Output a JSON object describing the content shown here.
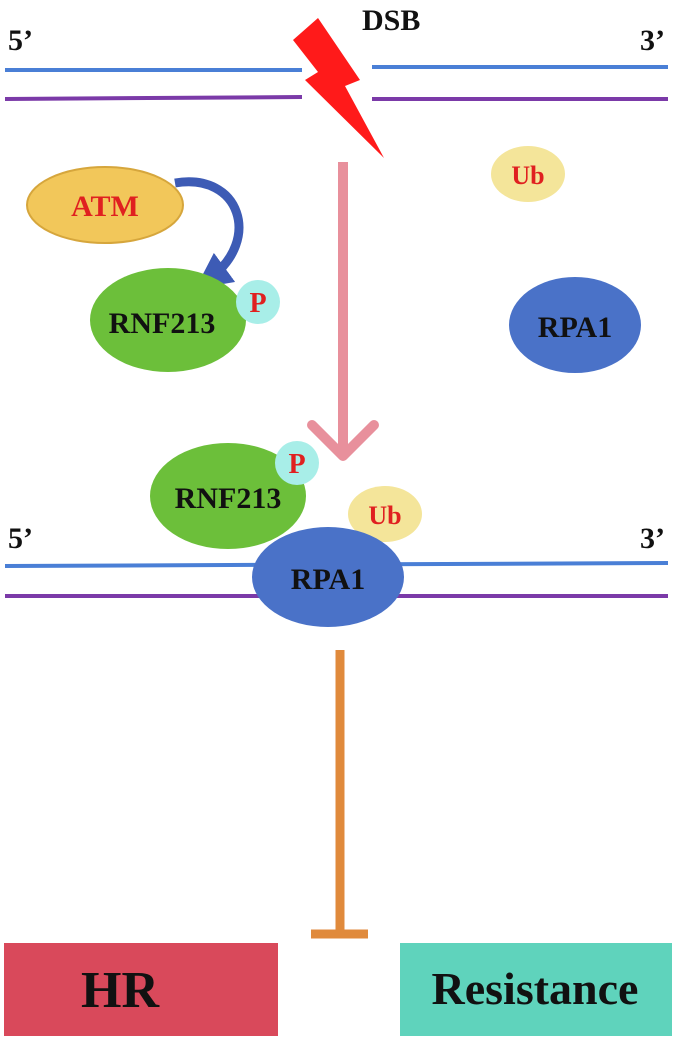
{
  "labels": {
    "dsb": "DSB",
    "top_5prime": "5’",
    "top_3prime": "3’",
    "bottom_5prime": "5’",
    "bottom_3prime": "3’",
    "atm": "ATM",
    "rnf213_top": "RNF213",
    "p_top": "P",
    "ub_top": "Ub",
    "rpa1_top": "RPA1",
    "rnf213_bottom": "RNF213",
    "p_bottom": "P",
    "ub_bottom": "Ub",
    "rpa1_bottom": "RPA1",
    "hr": "HR",
    "resistance": "Resistance"
  },
  "colors": {
    "strand_blue": "#4a7fd6",
    "strand_purple": "#7b3aa8",
    "dsb_bolt": "#ff1a1a",
    "atm_fill": "#f2c75a",
    "atm_text": "#e02020",
    "rnf213_fill": "#6cbf3a",
    "phospho_fill": "#a8eee8",
    "ub_fill": "#f4e59a",
    "rpa1_fill": "#4a72c8",
    "arrow_pink": "#e8909c",
    "atm_arrow": "#3d5bb5",
    "inhibit_orange": "#e08a3c",
    "hr_fill": "#d9495b",
    "resistance_fill": "#5fd3bc"
  }
}
